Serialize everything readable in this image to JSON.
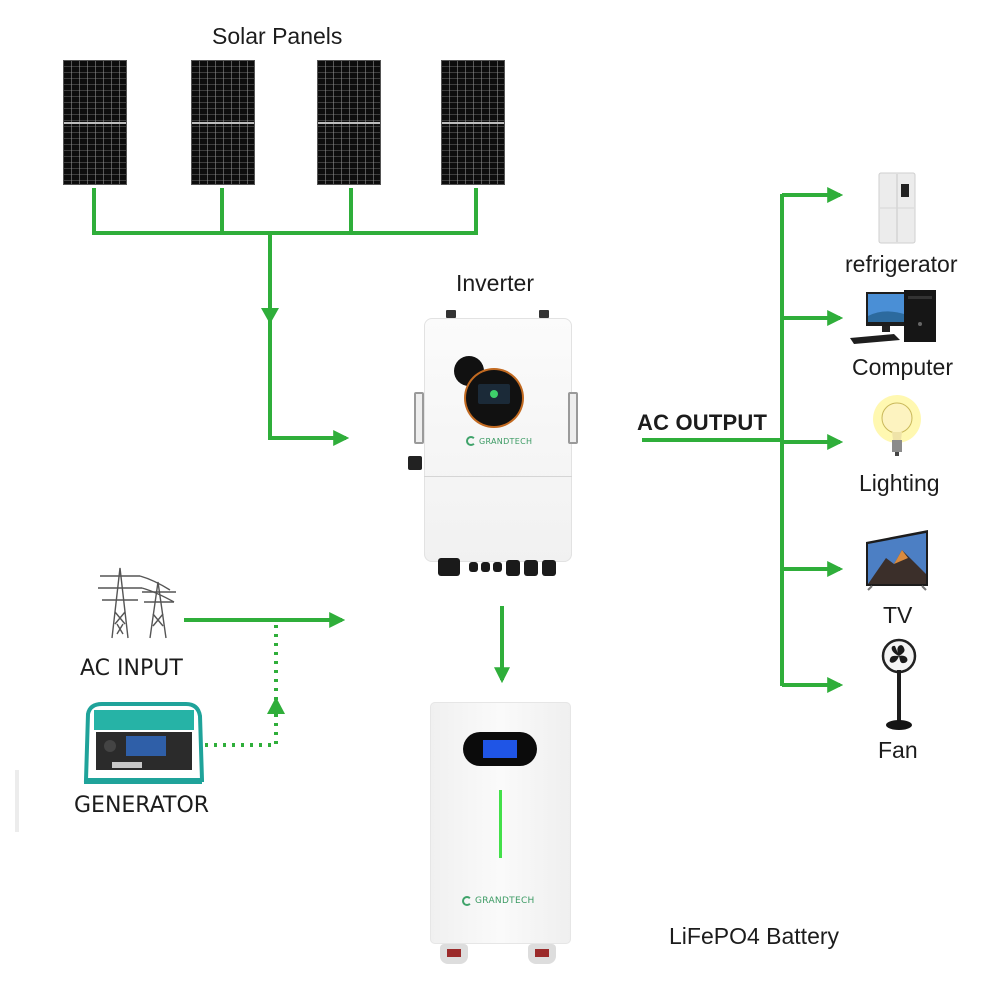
{
  "diagram": {
    "title": "Solar Panels",
    "line_color": "#2fae3a",
    "nodes": {
      "solar_panels": {
        "label": "Solar Panels",
        "count": 4
      },
      "inverter": {
        "label": "Inverter",
        "brand": "GRANDTECH"
      },
      "battery": {
        "label": "LiFePO4 Battery",
        "brand": "GRANDTECH"
      },
      "ac_input": {
        "label": "AC INPUT"
      },
      "generator": {
        "label": "GENERATOR"
      },
      "ac_output": {
        "label": "AC OUTPUT"
      }
    },
    "loads": [
      {
        "label": "refrigerator",
        "icon": "refrigerator-icon"
      },
      {
        "label": "Computer",
        "icon": "computer-icon"
      },
      {
        "label": "Lighting",
        "icon": "light-bulb-icon"
      },
      {
        "label": "TV",
        "icon": "tv-icon"
      },
      {
        "label": "Fan",
        "icon": "fan-icon"
      }
    ],
    "connections": [
      {
        "from": "solar_panels",
        "to": "inverter",
        "style": "solid"
      },
      {
        "from": "ac_input",
        "to": "inverter",
        "style": "solid"
      },
      {
        "from": "generator",
        "to": "inverter",
        "style": "dotted"
      },
      {
        "from": "inverter",
        "to": "battery",
        "style": "solid"
      },
      {
        "from": "inverter",
        "to": "loads",
        "style": "solid",
        "via": "AC OUTPUT"
      }
    ]
  }
}
